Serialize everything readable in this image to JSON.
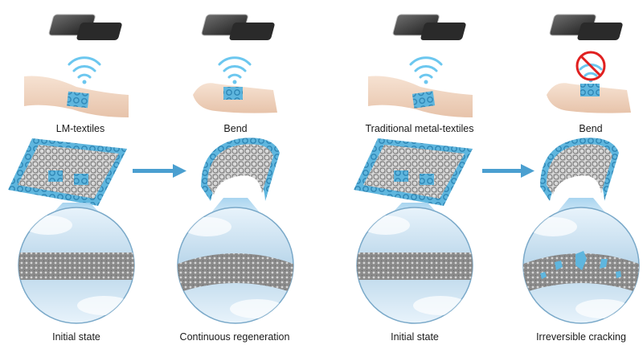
{
  "labels": {
    "panel_1_top": "LM-textiles",
    "panel_2_top": "Bend",
    "panel_3_top": "Traditional metal-textiles",
    "panel_4_top": "Bend",
    "panel_1_bottom": "Initial state",
    "panel_2_bottom": "Continuous regeneration",
    "panel_3_bottom": "Initial state",
    "panel_4_bottom": "Irreversible cracking"
  },
  "colors": {
    "accent_blue": "#5fb6de",
    "arrow_blue": "#4a9fd0",
    "wifi_blue": "#6cc7ef",
    "no_signal_red": "#e02020",
    "mesh_gray": "#8e8e8e",
    "skin": "#f1d7c4",
    "lens_blue": "#c8e0f0"
  },
  "icons": {
    "phone": "smartphone-icon",
    "wifi": "wifi-signal-icon",
    "no_signal": "no-signal-icon",
    "arrow": "right-arrow-icon"
  }
}
